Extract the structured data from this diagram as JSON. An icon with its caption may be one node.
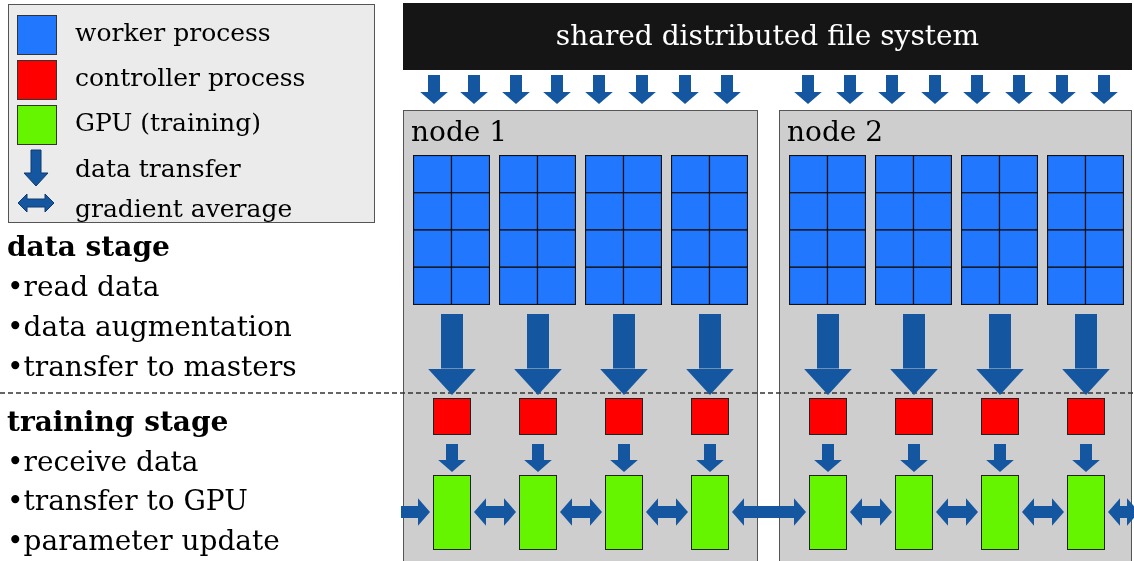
{
  "diagram": {
    "nodes": [
      {
        "text": [
          "shared distributed file system"
        ]
      },
      {
        "text": [
          "node 1"
        ]
      },
      {
        "text": [],
        "shape": "box",
        "in": 1
      },
      {
        "text": [],
        "shape": "box",
        "in": 1
      },
      {
        "text": [],
        "shape": "box",
        "in": 1
      },
      {
        "text": [],
        "shape": "box",
        "in": 1
      },
      {
        "text": [],
        "shape": "box",
        "in": 1
      },
      {
        "text": [],
        "shape": "box",
        "in": 1
      },
      {
        "text": [],
        "shape": "box",
        "in": 1
      },
      {
        "text": [],
        "shape": "box",
        "in": 1
      },
      {
        "text": [],
        "shape": "bar",
        "in": 1
      },
      {
        "text": [],
        "shape": "bar",
        "in": 1
      },
      {
        "text": [],
        "shape": "bar",
        "in": 1
      },
      {
        "text": [],
        "shape": "bar",
        "in": 1
      },
      {
        "text": [
          "node 2"
        ]
      },
      {
        "text": [],
        "shape": "box",
        "in": 14
      },
      {
        "text": [],
        "shape": "box",
        "in": 14
      },
      {
        "text": [],
        "shape": "box",
        "in": 14
      },
      {
        "text": [],
        "shape": "box",
        "in": 14
      },
      {
        "text": [],
        "shape": "box",
        "in": 14
      },
      {
        "text": [],
        "shape": "box",
        "in": 14
      },
      {
        "text": [],
        "shape": "box",
        "in": 14
      },
      {
        "text": [],
        "shape": "box",
        "in": 14
      },
      {
        "text": [],
        "shape": "bar",
        "in": 14
      },
      {
        "text": [],
        "shape": "bar",
        "in": 14
      },
      {
        "text": [],
        "shape": "bar",
        "in": 14
      },
      {
        "text": [],
        "shape": "bar",
        "in": 14
      }
    ],
    "edges": [
      {
        "from": 0,
        "to": 1,
        "arrow": "to"
      },
      {
        "from": 0,
        "to": 1,
        "arrow": "to"
      },
      {
        "from": 0,
        "to": 1,
        "arrow": "to"
      },
      {
        "from": 0,
        "to": 1,
        "arrow": "to"
      },
      {
        "from": 0,
        "to": 1,
        "arrow": "to"
      },
      {
        "from": 0,
        "to": 1,
        "arrow": "to"
      },
      {
        "from": 0,
        "to": 1,
        "arrow": "to"
      },
      {
        "from": 0,
        "to": 1,
        "arrow": "to"
      },
      {
        "from": 0,
        "to": 14,
        "arrow": "to"
      },
      {
        "from": 0,
        "to": 14,
        "arrow": "to"
      },
      {
        "from": 0,
        "to": 14,
        "arrow": "to"
      },
      {
        "from": 0,
        "to": 14,
        "arrow": "to"
      },
      {
        "from": 0,
        "to": 14,
        "arrow": "to"
      },
      {
        "from": 0,
        "to": 14,
        "arrow": "to"
      },
      {
        "from": 0,
        "to": 14,
        "arrow": "to"
      },
      {
        "from": 0,
        "to": 14,
        "arrow": "to"
      },
      {
        "from": 2,
        "to": 6,
        "arrow": "to",
        "style": "thick"
      },
      {
        "from": 3,
        "to": 7,
        "arrow": "to",
        "style": "thick"
      },
      {
        "from": 4,
        "to": 8,
        "arrow": "to",
        "style": "thick"
      },
      {
        "from": 5,
        "to": 9,
        "arrow": "to",
        "style": "thick"
      },
      {
        "from": 6,
        "to": 10,
        "arrow": "to"
      },
      {
        "from": 7,
        "to": 11,
        "arrow": "to"
      },
      {
        "from": 8,
        "to": 12,
        "arrow": "to"
      },
      {
        "from": 9,
        "to": 13,
        "arrow": "to"
      },
      {
        "from": 15,
        "to": 19,
        "arrow": "to",
        "style": "thick"
      },
      {
        "from": 16,
        "to": 20,
        "arrow": "to",
        "style": "thick"
      },
      {
        "from": 17,
        "to": 21,
        "arrow": "to",
        "style": "thick"
      },
      {
        "from": 18,
        "to": 22,
        "arrow": "to",
        "style": "thick"
      },
      {
        "from": 19,
        "to": 23,
        "arrow": "to"
      },
      {
        "from": 20,
        "to": 24,
        "arrow": "to"
      },
      {
        "from": 21,
        "to": 25,
        "arrow": "to"
      },
      {
        "from": 22,
        "to": 26,
        "arrow": "to"
      },
      {
        "from": null,
        "to": 10,
        "arrow": "to"
      },
      {
        "from": 10,
        "to": 11,
        "arrow": "both"
      },
      {
        "from": 11,
        "to": 12,
        "arrow": "both"
      },
      {
        "from": 12,
        "to": 13,
        "arrow": "both"
      },
      {
        "from": 13,
        "to": 23,
        "arrow": "both"
      },
      {
        "from": 23,
        "to": 24,
        "arrow": "both"
      },
      {
        "from": 24,
        "to": 25,
        "arrow": "both"
      },
      {
        "from": 25,
        "to": 26,
        "arrow": "both"
      },
      {
        "from": 26,
        "to": null,
        "arrow": "both"
      }
    ],
    "labels": [
      "data stage",
      "•read data",
      "•data augmentation",
      "•transfer to masters",
      "training stage",
      "•receive data",
      "•transfer to GPU",
      "•parameter update"
    ],
    "legend": [
      {
        "text": "worker process",
        "color": "#2277ff"
      },
      {
        "text": "controller process",
        "color": "#ff0000"
      },
      {
        "text": "GPU (training)",
        "color": "#66f500"
      },
      {
        "text": "data transfer"
      },
      {
        "text": "gradient average"
      }
    ]
  }
}
